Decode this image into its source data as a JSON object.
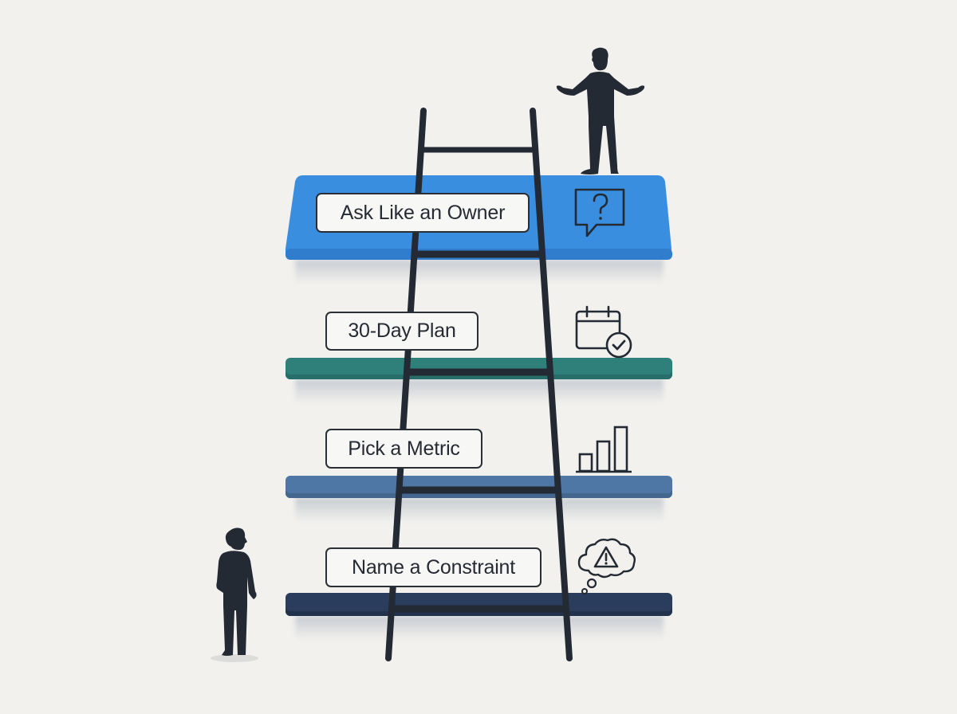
{
  "diagram": {
    "type": "ladder-of-steps",
    "description": "Ladder with four shelf steps; person at bottom looking up, person at top with open arms",
    "background_color": "#f2f1ee",
    "ink_color": "#232a33",
    "steps": [
      {
        "order": 1,
        "label": "Ask Like an Owner",
        "icon": "question-speech-bubble-icon",
        "shelf_color": "#3a8ee0",
        "position": "top"
      },
      {
        "order": 2,
        "label": "30-Day Plan",
        "icon": "calendar-check-icon",
        "shelf_color": "#2f7f7a",
        "position": "upper-middle"
      },
      {
        "order": 3,
        "label": "Pick a Metric",
        "icon": "bar-chart-icon",
        "shelf_color": "#4f77a6",
        "position": "lower-middle"
      },
      {
        "order": 4,
        "label": "Name a Constraint",
        "icon": "warning-thought-cloud-icon",
        "shelf_color": "#2b3d5c",
        "position": "bottom"
      }
    ],
    "figures": [
      {
        "name": "person-top",
        "pose": "arms open, standing on top shelf"
      },
      {
        "name": "person-bottom",
        "pose": "standing on ground, looking up"
      }
    ]
  }
}
